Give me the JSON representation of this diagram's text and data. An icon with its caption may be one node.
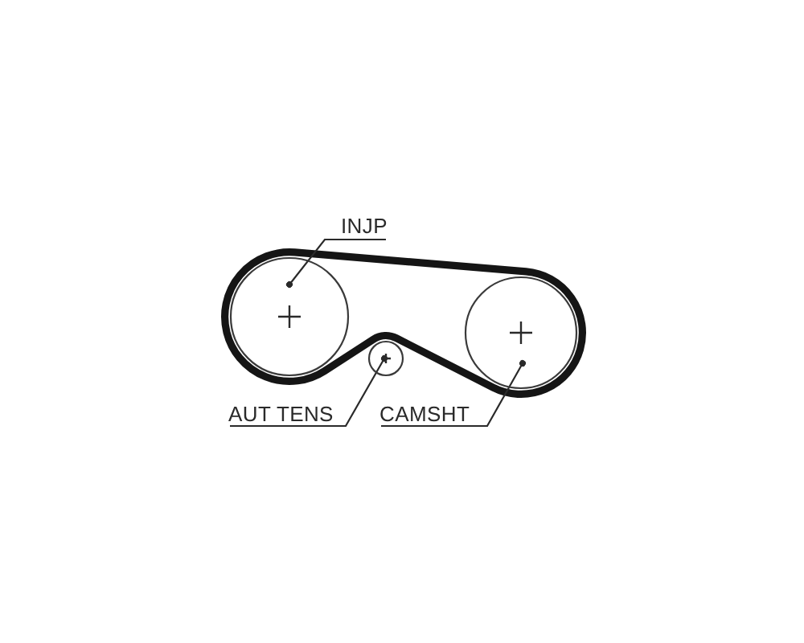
{
  "diagram": {
    "nodes": [
      {
        "text": [
          "INJP"
        ]
      },
      {
        "text": [],
        "shape": "circle"
      },
      {
        "text": [],
        "shape": "circle"
      },
      {
        "text": [],
        "shape": "circle"
      },
      {
        "text": [
          "AUT TENS"
        ]
      },
      {
        "text": [
          "CAMSHT"
        ]
      }
    ],
    "edges": [
      {
        "from": 0,
        "to": 1,
        "arrow": "other"
      },
      {
        "from": 4,
        "to": 3,
        "arrow": "other"
      },
      {
        "from": 5,
        "to": 2,
        "arrow": "other"
      }
    ]
  }
}
